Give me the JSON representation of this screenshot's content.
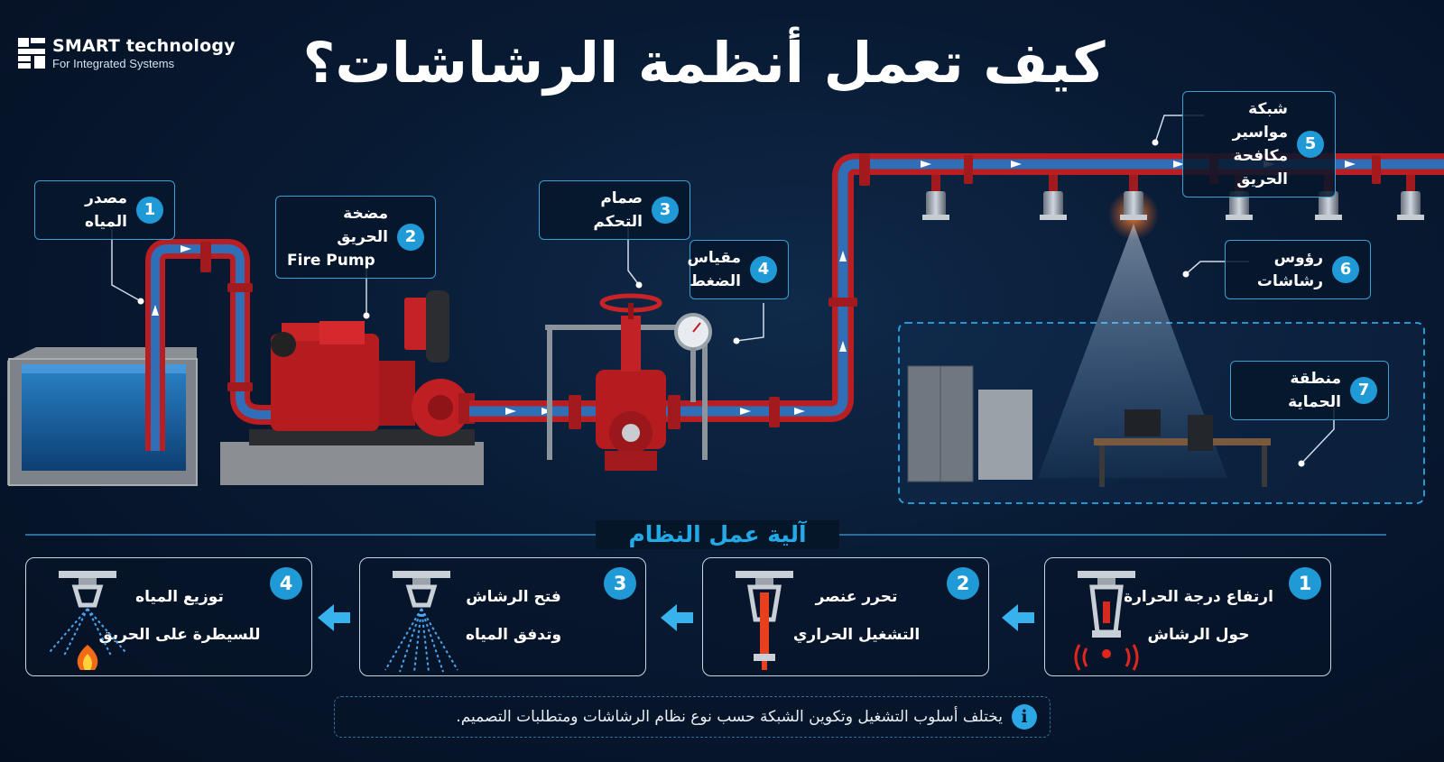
{
  "brand": {
    "name": "SMART technology",
    "tagline": "For Integrated Systems"
  },
  "title": "كيف تعمل أنظمة الرشاشات؟",
  "components": [
    {
      "number": "1",
      "label_lines": [
        "مصدر المياه"
      ]
    },
    {
      "number": "2",
      "label_lines": [
        "مضخة الحريق"
      ],
      "label_en": "Fire Pump"
    },
    {
      "number": "3",
      "label_lines": [
        "صمام التحكم"
      ]
    },
    {
      "number": "4",
      "label_lines": [
        "مقياس",
        "الضغط"
      ]
    },
    {
      "number": "5",
      "label_lines": [
        "شبكة مواسير",
        "مكافحة الحريق"
      ]
    },
    {
      "number": "6",
      "label_lines": [
        "رؤوس رشاشات"
      ]
    },
    {
      "number": "7",
      "label_lines": [
        "منطقة الحماية"
      ]
    }
  ],
  "mechanism": {
    "title": "آلية عمل النظام",
    "steps": [
      {
        "number": "1",
        "lines": [
          "ارتفاع درجة الحرارة",
          "حول الرشاش"
        ],
        "icon": "sprinkler-heat-icon"
      },
      {
        "number": "2",
        "lines": [
          "تحرر عنصر",
          "التشغيل الحراري"
        ],
        "icon": "sprinkler-release-icon"
      },
      {
        "number": "3",
        "lines": [
          "فتح الرشاش",
          "وتدفق المياه"
        ],
        "icon": "sprinkler-spray-icon"
      },
      {
        "number": "4",
        "lines": [
          "توزيع المياه",
          "للسيطرة على الحريق"
        ],
        "icon": "sprinkler-fire-icon"
      }
    ]
  },
  "note": {
    "icon": "info-icon",
    "text": "يختلف أسلوب التشغيل وتكوين الشبكة حسب نوع نظام الرشاشات ومتطلبات التصميم."
  },
  "colors": {
    "background": "#061427",
    "accent": "#1f9ad6",
    "pipe_red": "#c8262a",
    "water_blue": "#2f6fb8"
  }
}
